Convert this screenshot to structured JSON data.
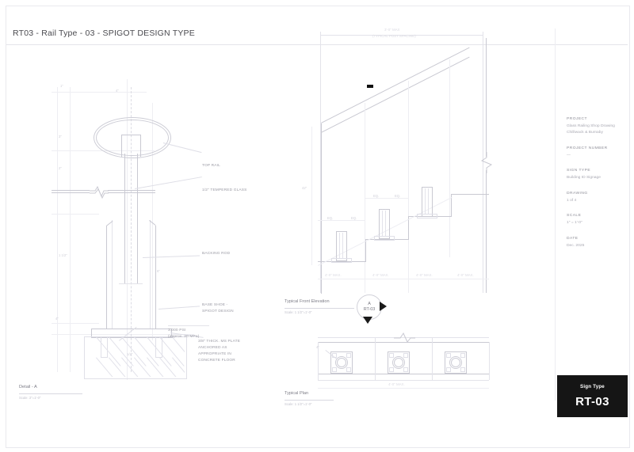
{
  "sheet": {
    "title": "RT03 - Rail Type - 03 - SPIGOT DESIGN TYPE"
  },
  "detail_a": {
    "title": "Detail - A",
    "scale": "Scale: 3\"=1'-0\"",
    "callouts": [
      {
        "label": "TOP RAIL"
      },
      {
        "label": "1/2\" TEMPERED GLASS"
      },
      {
        "label": "BACKING ROD"
      },
      {
        "label": "BASE SHOE -\nSPIGOT DESIGN"
      }
    ],
    "concrete_note": "3,000 PSI\n(approx. 20 MPa)",
    "plate_note": "3/8\" THICK. MS PLATE\nANCHORED AS\nAPPROPRIATE IN\nCONCRETE FLOOR",
    "dims": [
      "1\"",
      "4\"",
      "3\"",
      "2\"",
      "1 1/2\"",
      "6\"",
      "4\"",
      "1/2\""
    ]
  },
  "elevation": {
    "title": "Typical Front Elevation",
    "scale": "Scale: 1 1/2\"=1'-0\"",
    "top_dim": "3'-0\" MAX",
    "top_dim_sub": "(TYPICAL POST SPACING)",
    "bottom_dims": [
      "4'-0\" MAX.",
      "4'-0\" MAX.",
      "4'-0\" MAX.",
      "4'-0\" MAX."
    ],
    "eq_marks": [
      "EQ.",
      "EQ.",
      "EQ.",
      "EQ."
    ],
    "height_dim": "42\"",
    "marker": {
      "letter": "A",
      "sheet": "RT-03"
    }
  },
  "plan": {
    "title": "Typical Plan",
    "scale": "Scale: 1 1/2\"=1'-0\"",
    "overall_dim": "4'-0\" MAX.",
    "note": "4\""
  },
  "info": {
    "project_label": "PROJECT",
    "project_value": "Glass Railing Shop Drawing\nChilliwack & Burnaby",
    "project_number_label": "PROJECT NUMBER",
    "project_number_value": "—",
    "sign_type_label": "SIGN TYPE",
    "sign_type_value": "Building ID Signage",
    "drawing_label": "DRAWING",
    "drawing_value": "1 of 4",
    "scale_label": "SCALE",
    "scale_value": "1\" = 1'-0\"",
    "date_label": "DATE",
    "date_value": "Dec. 2025"
  },
  "badge": {
    "caption": "Sign Type",
    "code": "RT-03"
  },
  "colors": {
    "line": "#c9c9d2",
    "faint_line": "#e3e3ea",
    "text": "#9a9aa4",
    "badge_bg": "#151515"
  }
}
